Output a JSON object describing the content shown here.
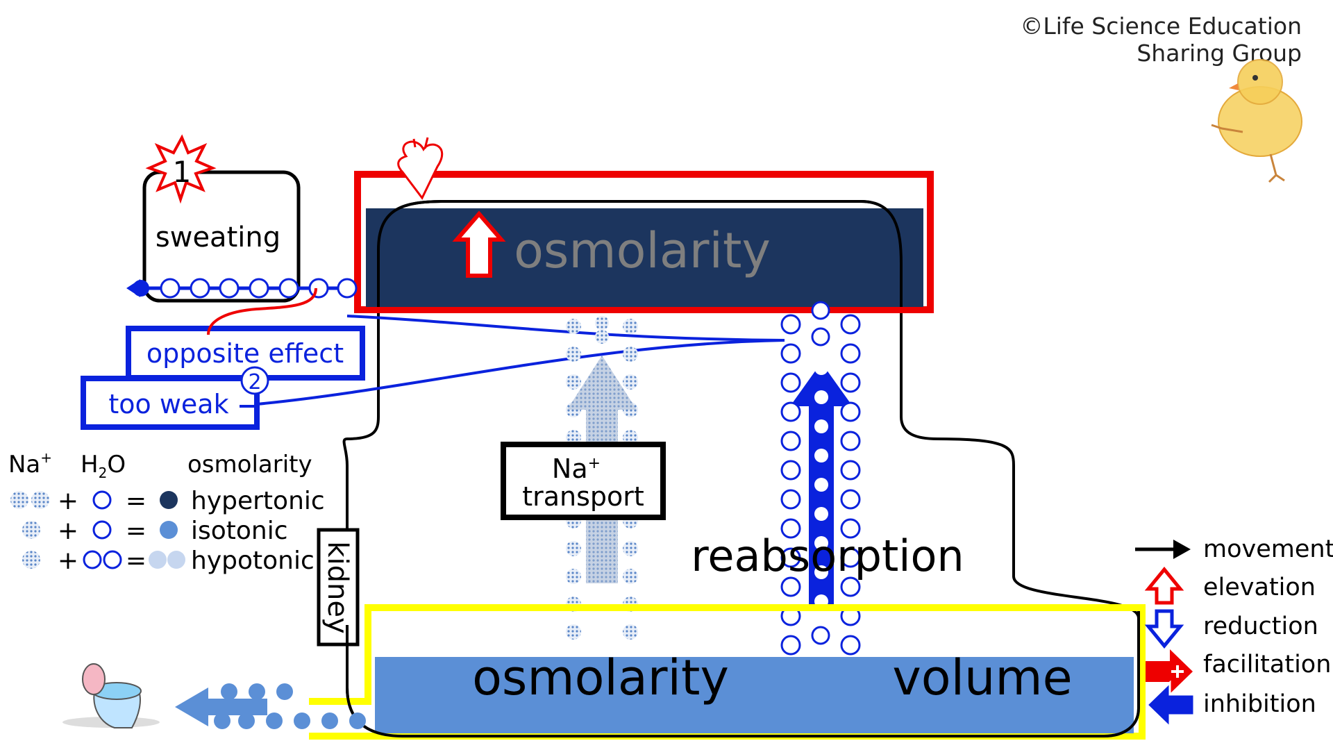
{
  "copyright": {
    "line1": "©Life Science Education",
    "line2": "Sharing Group"
  },
  "sweating": {
    "label": "sweating",
    "badge": "1"
  },
  "blood": {
    "label": "osmolarity"
  },
  "opposite": {
    "label": "opposite effect"
  },
  "too_weak": {
    "label": "too weak",
    "badge": "2"
  },
  "legend_key": {
    "headers": {
      "na": "Na",
      "na_sup": "+",
      "h2o_h": "H",
      "h2o_sub": "2",
      "h2o_o": "O",
      "osm": "osmolarity"
    },
    "rows": [
      {
        "plus": "+",
        "eq": "=",
        "label": "hypertonic"
      },
      {
        "plus": "+",
        "eq": "=",
        "label": "isotonic"
      },
      {
        "plus": "+",
        "eq": "=",
        "label": "hypotonic"
      }
    ]
  },
  "kidney": {
    "label": "kidney"
  },
  "na_transport": {
    "line1": "Na",
    "sup": "+",
    "line2": "transport"
  },
  "reabsorption": {
    "label": "reabsorption"
  },
  "urine": {
    "osmolarity": "osmolarity",
    "volume": "volume"
  },
  "legend_arrows": [
    {
      "label": "movement",
      "icon": "black-arrow-icon"
    },
    {
      "label": "elevation",
      "icon": "red-up-arrow-icon"
    },
    {
      "label": "reduction",
      "icon": "blue-down-arrow-icon"
    },
    {
      "label": "facilitation",
      "icon": "red-plus-arrow-icon"
    },
    {
      "label": "inhibition",
      "icon": "blue-left-arrow-icon"
    }
  ],
  "colors": {
    "dark_navy": "#1c355e",
    "accent_red": "#ee0000",
    "accent_blue": "#0a22dd",
    "mid_blue": "#5b8fd6",
    "yellow": "#ffff00",
    "gray_arrow": "#9fb1cc"
  }
}
